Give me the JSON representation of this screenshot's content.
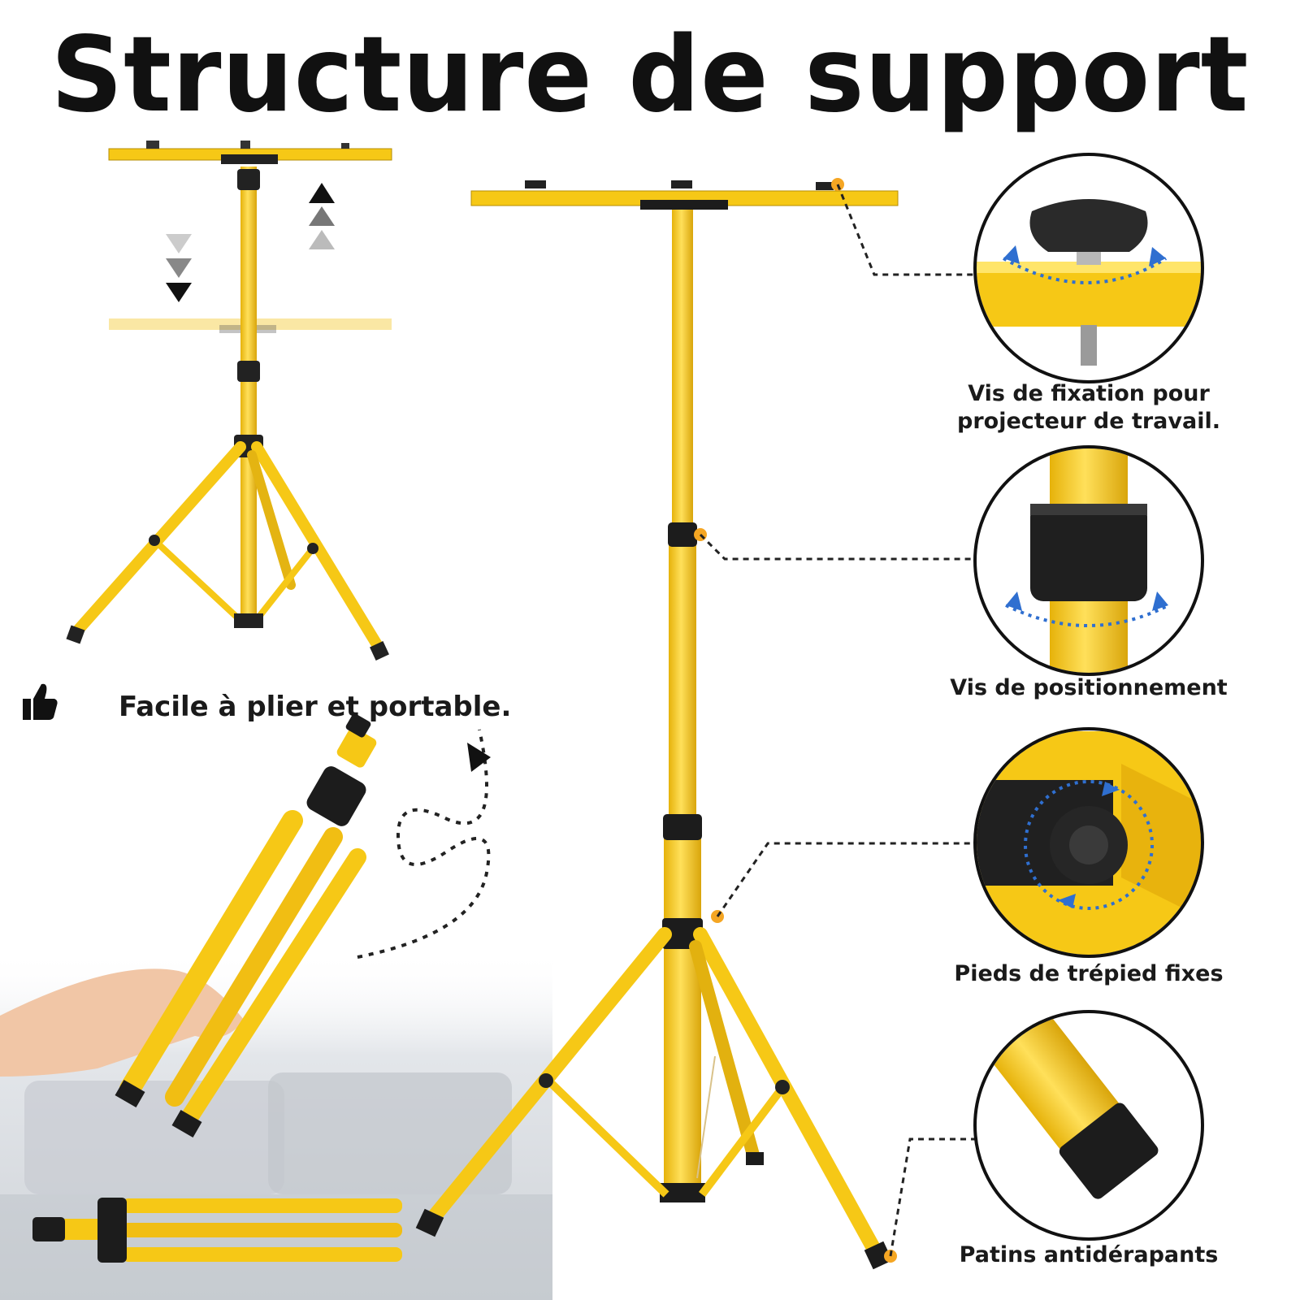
{
  "title": "Structure de support",
  "fold": {
    "text": "Facile à plier et portable."
  },
  "details": [
    {
      "label": "Vis de fixation pour projecteur de travail."
    },
    {
      "label": "Vis de positionnement"
    },
    {
      "label": "Pieds de trépied fixes"
    },
    {
      "label": "Patins antidérapants"
    }
  ],
  "colors": {
    "yellow": "#F6C816",
    "yellow_dark": "#D8A90C",
    "black": "#1C1C1C",
    "accent_dot": "#F5A623",
    "rotate_arrow": "#2F6FD0"
  },
  "icons": [
    "thumbs-up-icon",
    "up-arrows-icon",
    "down-arrows-icon",
    "curved-arrow-icon"
  ]
}
